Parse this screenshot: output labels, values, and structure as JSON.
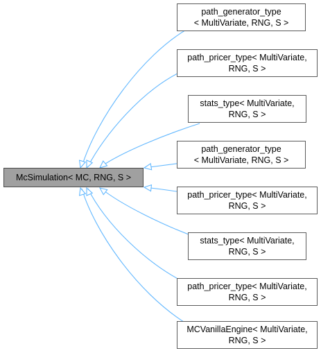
{
  "diagram": {
    "center": {
      "lines": [
        "McSimulation< MC, RNG, S >"
      ]
    },
    "nodes": [
      {
        "lines": [
          "path_generator_type",
          "< MultiVariate, RNG, S >"
        ]
      },
      {
        "lines": [
          "path_pricer_type< MultiVariate,",
          "RNG, S >"
        ]
      },
      {
        "lines": [
          "stats_type< MultiVariate,",
          "RNG, S >"
        ]
      },
      {
        "lines": [
          "path_generator_type",
          "< MultiVariate, RNG, S >"
        ]
      },
      {
        "lines": [
          "path_pricer_type< MultiVariate,",
          "RNG, S >"
        ]
      },
      {
        "lines": [
          "stats_type< MultiVariate,",
          "RNG, S >"
        ]
      },
      {
        "lines": [
          "path_pricer_type< MultiVariate,",
          "RNG, S >"
        ]
      },
      {
        "lines": [
          "MCVanillaEngine< MultiVariate,",
          "RNG, S >"
        ]
      }
    ],
    "colors": {
      "edge": "#63b8ff",
      "center_fill": "#a0a0a0",
      "node_border": "#5a5a5a"
    }
  }
}
